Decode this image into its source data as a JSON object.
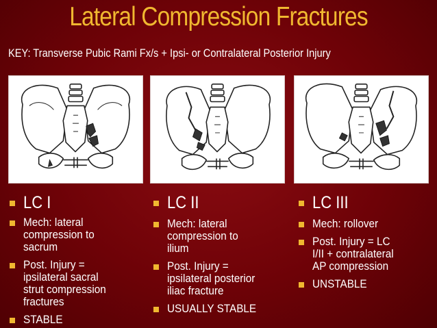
{
  "title": "Lateral Compression Fractures",
  "key": "KEY: Transverse Pubic Rami Fx/s + Ipsi- or Contralateral Posterior Injury",
  "colors": {
    "background": "#6e0207",
    "title": "#f0b830",
    "bullet": "#f0b830",
    "text": "#ffffff"
  },
  "panels": [
    {
      "icon": "pelvis-lc1-illustration"
    },
    {
      "icon": "pelvis-lc2-illustration"
    },
    {
      "icon": "pelvis-lc3-illustration"
    }
  ],
  "columns": [
    {
      "heading": "LC I",
      "items": [
        "Mech: lateral\ncompression to\nsacrum",
        "Post. Injury =\nipsilateral sacral\nstrut compression\nfractures",
        "STABLE"
      ]
    },
    {
      "heading": "LC II",
      "items": [
        "Mech: lateral\ncompression to\nilium",
        "Post. Injury =\nipsilateral posterior\niliac fracture",
        "USUALLY STABLE"
      ]
    },
    {
      "heading": "LC III",
      "items": [
        "Mech: rollover",
        "Post. Injury = LC\nI/II + contralateral\nAP compression",
        "UNSTABLE"
      ]
    }
  ]
}
